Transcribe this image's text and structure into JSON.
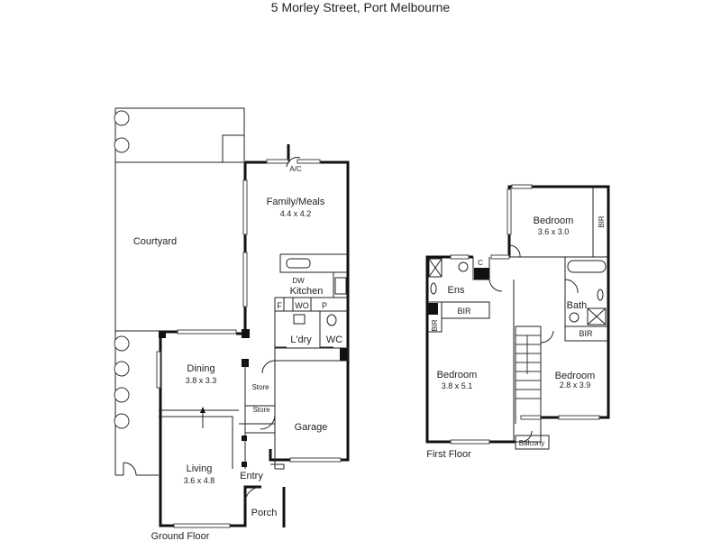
{
  "title": "5 Morley Street, Port Melbourne",
  "ground_floor": {
    "label": "Ground Floor",
    "rooms": {
      "courtyard": "Courtyard",
      "family": "Family/Meals",
      "family_size": "4.4 x 4.2",
      "ac": "A/C",
      "dw": "DW",
      "kitchen": "Kitchen",
      "fridge": "F",
      "wo": "WO",
      "pantry": "P",
      "laundry": "L'dry",
      "wc": "WC",
      "dining": "Dining",
      "dining_size": "3.8 x 3.3",
      "store1": "Store",
      "store2": "Store",
      "garage": "Garage",
      "living": "Living",
      "living_size": "3.6 x 4.8",
      "entry": "Entry",
      "porch": "Porch"
    }
  },
  "first_floor": {
    "label": "First Floor",
    "rooms": {
      "bed1": "Bedroom",
      "bed1_size": "3.6 x 3.0",
      "bed1_bir": "BIR",
      "ens": "Ens",
      "cupboard": "C",
      "ens_bir": "BIR",
      "side_bir": "BIR",
      "bath": "Bath",
      "bath_bir": "BIR",
      "bed2": "Bedroom",
      "bed2_size": "3.8 x 5.1",
      "bed3": "Bedroom",
      "bed3_size": "2.8 x 3.9",
      "balcony": "Balcony"
    }
  }
}
